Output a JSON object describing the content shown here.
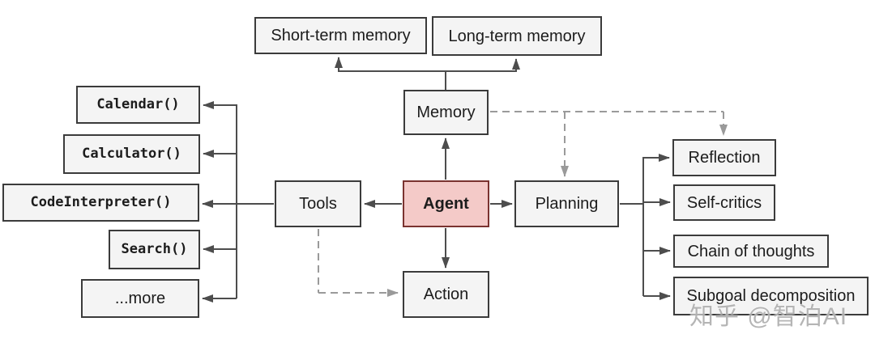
{
  "diagram": {
    "description": "LLM agent architecture overview diagram",
    "nodes": {
      "short_term_memory": "Short-term memory",
      "long_term_memory": "Long-term memory",
      "memory": "Memory",
      "agent": "Agent",
      "tools": "Tools",
      "planning": "Planning",
      "action": "Action",
      "calendar": "Calendar()",
      "calculator": "Calculator()",
      "code_interpreter": "CodeInterpreter()",
      "search": "Search()",
      "more": "...more",
      "reflection": "Reflection",
      "self_critics": "Self-critics",
      "chain_of_thoughts": "Chain of thoughts",
      "subgoal_decomposition": "Subgoal decomposition"
    },
    "edges": [
      {
        "from": "memory",
        "to": "short_term_memory",
        "style": "solid"
      },
      {
        "from": "memory",
        "to": "long_term_memory",
        "style": "solid"
      },
      {
        "from": "agent",
        "to": "memory",
        "style": "solid"
      },
      {
        "from": "agent",
        "to": "tools",
        "style": "solid"
      },
      {
        "from": "agent",
        "to": "planning",
        "style": "solid"
      },
      {
        "from": "agent",
        "to": "action",
        "style": "solid"
      },
      {
        "from": "tools",
        "to": "calendar",
        "style": "solid"
      },
      {
        "from": "tools",
        "to": "calculator",
        "style": "solid"
      },
      {
        "from": "tools",
        "to": "code_interpreter",
        "style": "solid"
      },
      {
        "from": "tools",
        "to": "search",
        "style": "solid"
      },
      {
        "from": "tools",
        "to": "more",
        "style": "solid"
      },
      {
        "from": "planning",
        "to": "reflection",
        "style": "solid"
      },
      {
        "from": "planning",
        "to": "self_critics",
        "style": "solid"
      },
      {
        "from": "planning",
        "to": "chain_of_thoughts",
        "style": "solid"
      },
      {
        "from": "planning",
        "to": "subgoal_decomposition",
        "style": "solid"
      },
      {
        "from": "memory",
        "to": "planning",
        "style": "dashed"
      },
      {
        "from": "memory",
        "to": "reflection",
        "style": "dashed"
      },
      {
        "from": "tools",
        "to": "action",
        "style": "dashed"
      }
    ],
    "colors": {
      "node_fill": "#f4f4f4",
      "node_border": "#3b3b3b",
      "agent_fill": "#f4cac8",
      "agent_border": "#7a3330",
      "line_solid": "#4d4d4d",
      "line_dashed": "#9a9a9a",
      "text_color": "#1c1c1c"
    },
    "watermark": "知乎 @智泊AI"
  }
}
